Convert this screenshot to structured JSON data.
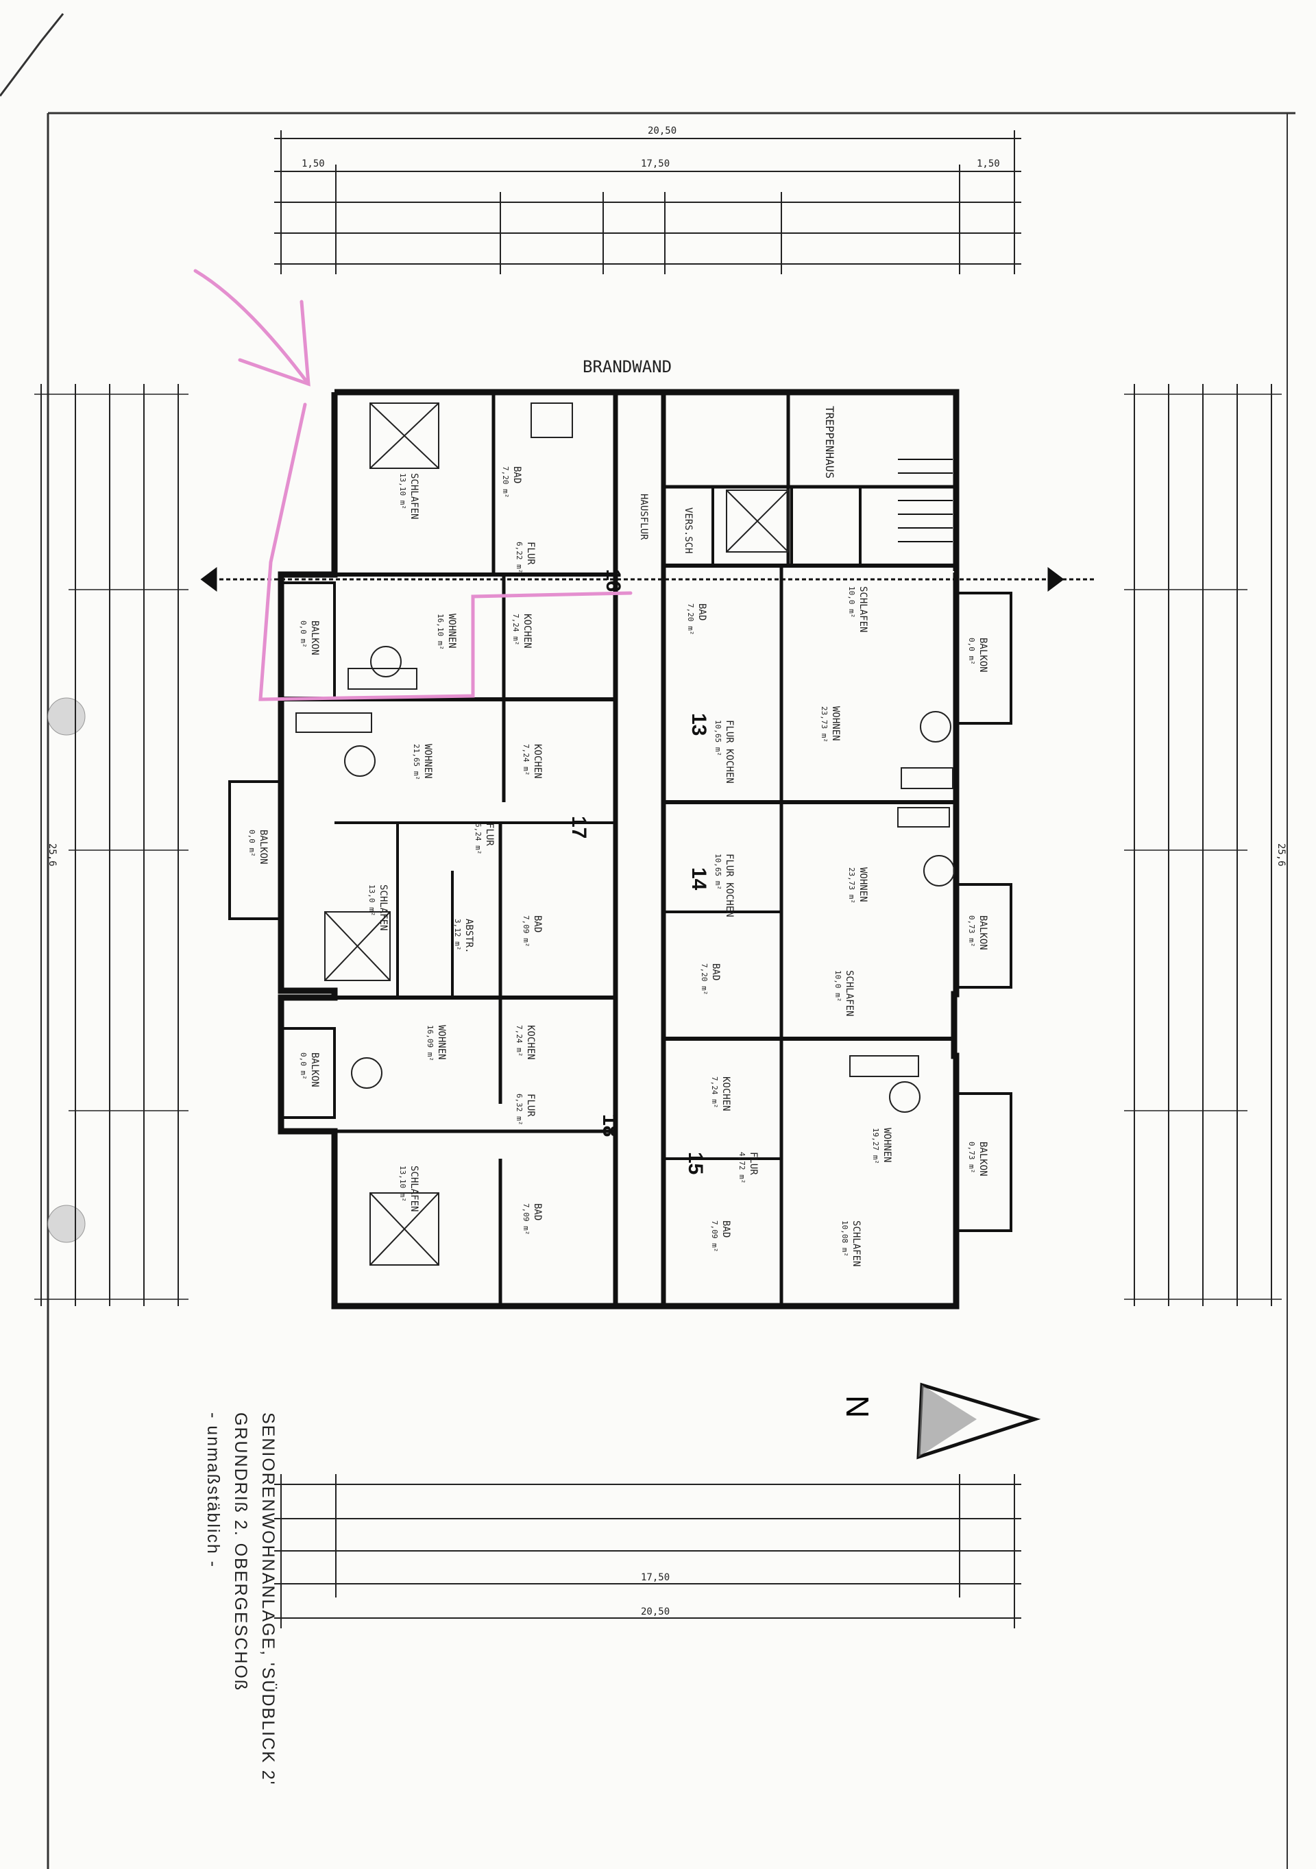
{
  "title_block": {
    "line1": "SENIORENWOHNANLAGE, 'SÜDBLICK 2'",
    "line2": "GRUNDRIß 2. OBERGESCHOß",
    "line3": "- unmaßstäblich -"
  },
  "fire_wall_label": "BRANDWAND",
  "stair_label": "TREPPENHAUS",
  "hall_label": "HAUSFLUR",
  "north_label": "N",
  "dimensions": {
    "top_total": "20,50",
    "top_mid": "17,50",
    "edge": "1,50",
    "bottom_total": "20,50",
    "bottom_mid": "17,50",
    "side_left": "25,6",
    "side_right": "25,6"
  },
  "rooms": [
    {
      "name": "SCHLAFEN",
      "area": "13,10 m²"
    },
    {
      "name": "BAD",
      "area": "7,20 m²"
    },
    {
      "name": "FLUR",
      "area": "6,22 m²"
    },
    {
      "name": "WOHNEN",
      "area": "16,10 m²"
    },
    {
      "name": "KOCHEN",
      "area": "7,24 m²"
    },
    {
      "name": "WOHNEN",
      "area": "21,65 m²"
    },
    {
      "name": "KOCHEN",
      "area": "7,24 m²"
    },
    {
      "name": "FLUR",
      "area": "6,24 m²"
    },
    {
      "name": "SCHLAFEN",
      "area": "13,0 m²"
    },
    {
      "name": "ABSTR.",
      "area": "3,12 m²"
    },
    {
      "name": "BAD",
      "area": "7,09 m²"
    },
    {
      "name": "WOHNEN",
      "area": "16,09 m²"
    },
    {
      "name": "KOCHEN",
      "area": "7,24 m²"
    },
    {
      "name": "FLUR",
      "area": "6,32 m²"
    },
    {
      "name": "SCHLAFEN",
      "area": "13,10 m²"
    },
    {
      "name": "BAD",
      "area": "7,09 m²"
    },
    {
      "name": "VERS.SCH",
      "area": ""
    },
    {
      "name": "BAD",
      "area": "7,20 m²"
    },
    {
      "name": "FLUR KOCHEN",
      "area": "10,65 m²"
    },
    {
      "name": "SCHLAFEN",
      "area": "10,0 m²"
    },
    {
      "name": "WOHNEN",
      "area": "23,73 m²"
    },
    {
      "name": "FLUR KOCHEN",
      "area": "10,65 m²"
    },
    {
      "name": "WOHNEN",
      "area": "23,73 m²"
    },
    {
      "name": "BAD",
      "area": "7,20 m²"
    },
    {
      "name": "SCHLAFEN",
      "area": "10,0 m²"
    },
    {
      "name": "KOCHEN",
      "area": "7,24 m²"
    },
    {
      "name": "FLUR",
      "area": "4,72 m²"
    },
    {
      "name": "WOHNEN",
      "area": "19,27 m²"
    },
    {
      "name": "BAD",
      "area": "7,09 m²"
    },
    {
      "name": "SCHLAFEN",
      "area": "10,08 m²"
    },
    {
      "name": "BALKON",
      "area": "0,0 m²"
    },
    {
      "name": "BALKON",
      "area": "0,0 m²"
    },
    {
      "name": "BALKON",
      "area": "0,0 m²"
    },
    {
      "name": "BALKON",
      "area": "0,0 m²"
    },
    {
      "name": "BALKON",
      "area": "0,73 m²"
    },
    {
      "name": "BALKON",
      "area": "0,73 m²"
    }
  ],
  "unit_numbers": [
    "16",
    "17",
    "18",
    "13",
    "14",
    "15"
  ],
  "colors": {
    "ink": "#1a1a1a",
    "highlight": "#e48fcf",
    "paper": "#fbfbf9"
  }
}
